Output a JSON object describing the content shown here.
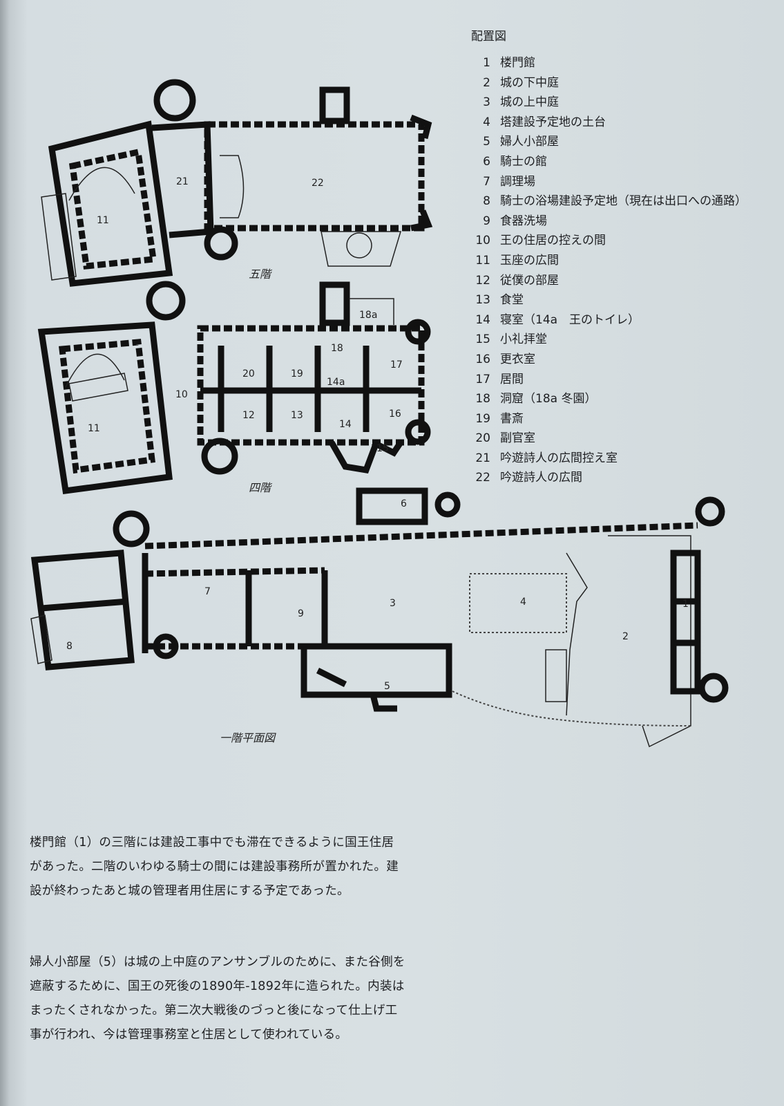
{
  "legend": {
    "title": "配置図",
    "items": [
      {
        "num": "1",
        "label": "楼門館"
      },
      {
        "num": "2",
        "label": "城の下中庭"
      },
      {
        "num": "3",
        "label": "城の上中庭"
      },
      {
        "num": "4",
        "label": "塔建設予定地の土台"
      },
      {
        "num": "5",
        "label": "婦人小部屋"
      },
      {
        "num": "6",
        "label": "騎士の館"
      },
      {
        "num": "7",
        "label": "調理場"
      },
      {
        "num": "8",
        "label": "騎士の浴場建設予定地（現在は出口への通路）"
      },
      {
        "num": "9",
        "label": "食器洗場"
      },
      {
        "num": "10",
        "label": "王の住居の控えの間"
      },
      {
        "num": "11",
        "label": "玉座の広間"
      },
      {
        "num": "12",
        "label": "従僕の部屋"
      },
      {
        "num": "13",
        "label": "食堂"
      },
      {
        "num": "14",
        "label": "寝室（14a　王のトイレ）"
      },
      {
        "num": "15",
        "label": "小礼拝堂"
      },
      {
        "num": "16",
        "label": "更衣室"
      },
      {
        "num": "17",
        "label": "居間"
      },
      {
        "num": "18",
        "label": "洞窟（18a 冬園）"
      },
      {
        "num": "19",
        "label": "書斎"
      },
      {
        "num": "20",
        "label": "副官室"
      },
      {
        "num": "21",
        "label": "吟遊詩人の広間控え室"
      },
      {
        "num": "22",
        "label": "吟遊詩人の広間"
      }
    ]
  },
  "plans": {
    "fifth": {
      "caption": "五階",
      "rooms": [
        "21",
        "22",
        "11"
      ]
    },
    "fourth": {
      "caption": "四階",
      "rooms": [
        "18a",
        "18",
        "20",
        "19",
        "14a",
        "17",
        "10",
        "12",
        "13",
        "14",
        "16",
        "15",
        "11"
      ]
    },
    "first": {
      "caption": "一階平面図",
      "rooms": [
        "6",
        "7",
        "3",
        "4",
        "9",
        "1",
        "2",
        "8",
        "5"
      ]
    }
  },
  "paragraphs": [
    "楼門館（1）の三階には建設工事中でも滞在できるように国王住居があった。二階のいわゆる騎士の間には建設事務所が置かれた。建設が終わったあと城の管理者用住居にする予定であった。",
    "婦人小部屋（5）は城の上中庭のアンサンブルのために、また谷側を遮蔽するために、国王の死後の1890年-1892年に造られた。内装はまったくされなかった。第二次大戦後のづっと後になって仕上げ工事が行われ、今は管理事務室と住居として使われている。"
  ]
}
